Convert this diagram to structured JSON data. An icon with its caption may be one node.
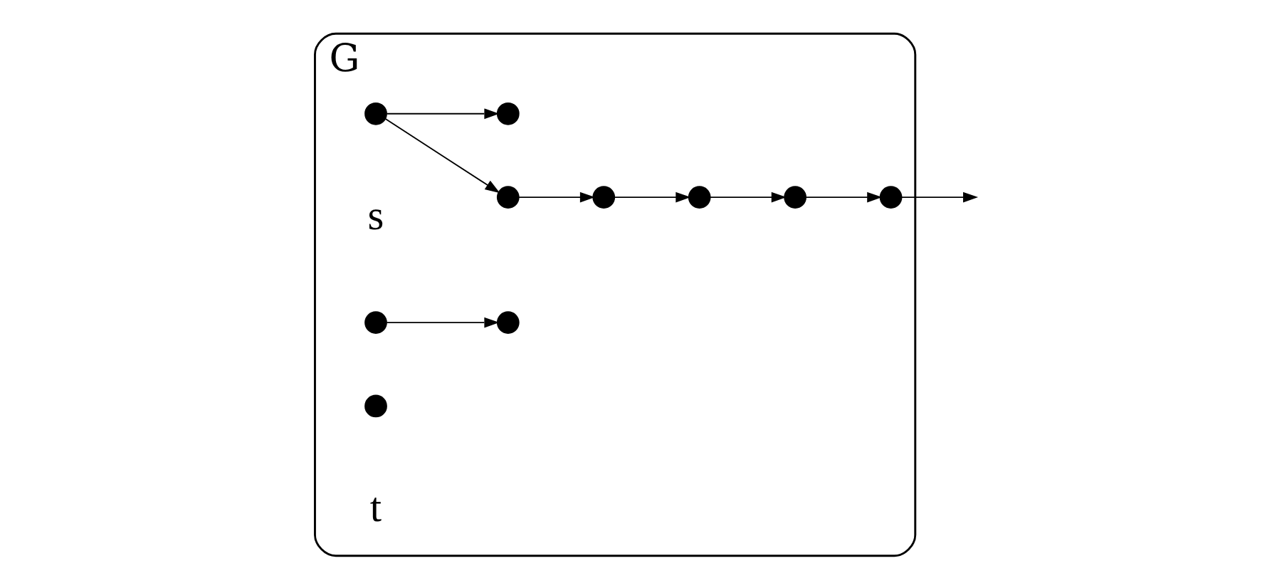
{
  "diagram": {
    "nodes": [
      {
        "text": [
          "G"
        ]
      },
      {
        "text": [],
        "shape": "circle",
        "beside": [
          "s"
        ],
        "in": 0
      },
      {
        "text": [],
        "shape": "circle",
        "in": 0
      },
      {
        "text": [],
        "shape": "circle",
        "in": 0
      },
      {
        "text": [],
        "shape": "circle",
        "in": 0
      },
      {
        "text": [],
        "shape": "circle",
        "in": 0
      },
      {
        "text": [],
        "shape": "circle",
        "in": 0
      },
      {
        "text": [],
        "shape": "circle",
        "in": 0
      },
      {
        "text": [],
        "shape": "circle",
        "in": 0
      },
      {
        "text": [],
        "shape": "circle",
        "in": 0
      },
      {
        "text": [],
        "shape": "circle",
        "beside": [
          "t"
        ],
        "in": 0
      }
    ],
    "edges": [
      {
        "from": 1,
        "to": 2,
        "arrow": "to"
      },
      {
        "from": 1,
        "to": 3,
        "arrow": "to"
      },
      {
        "from": 2,
        "to": 4,
        "arrow": "to"
      },
      {
        "from": 4,
        "to": 7,
        "arrow": "to"
      },
      {
        "from": 7,
        "to": 8,
        "arrow": "to"
      },
      {
        "from": 8,
        "to": 9,
        "arrow": "to"
      },
      {
        "from": 9,
        "to": null,
        "arrow": "to"
      },
      {
        "from": 5,
        "to": 6,
        "arrow": "to"
      }
    ]
  }
}
